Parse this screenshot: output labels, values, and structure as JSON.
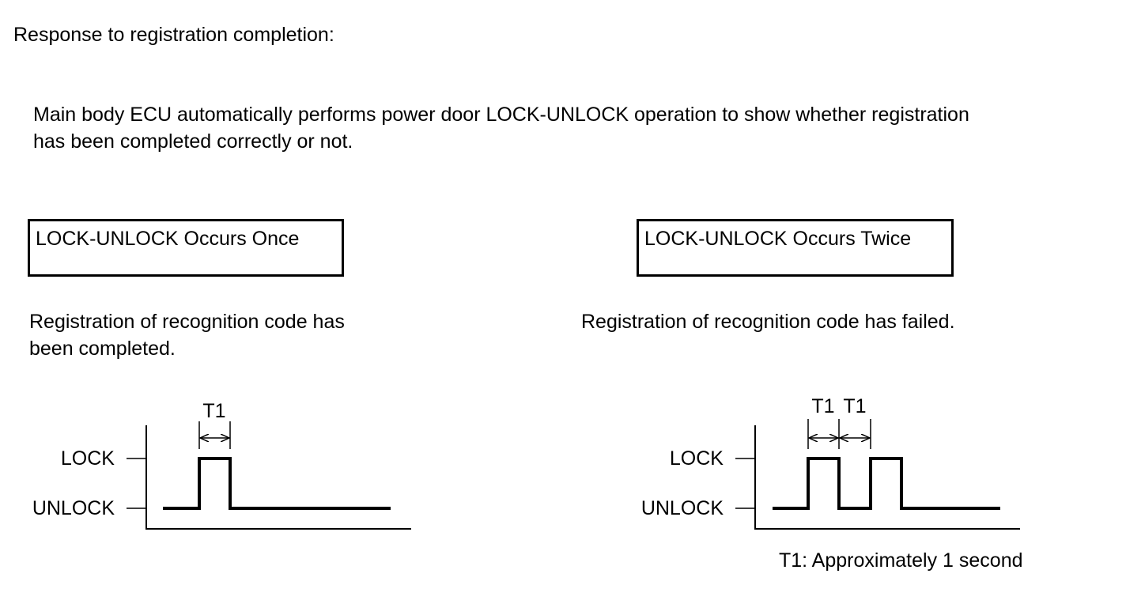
{
  "heading": "Response to registration completion:",
  "intro": {
    "line1": "Main body ECU automatically performs power door LOCK-UNLOCK operation to show whether registration",
    "line2": "has been completed correctly or not."
  },
  "once": {
    "box_label": "LOCK-UNLOCK Occurs Once",
    "description_line1": "Registration of recognition code has",
    "description_line2": "been completed.",
    "lock_label": "LOCK",
    "unlock_label": "UNLOCK",
    "interval_label": "T1"
  },
  "twice": {
    "box_label": "LOCK-UNLOCK Occurs Twice",
    "description": "Registration of recognition code has failed.",
    "lock_label": "LOCK",
    "unlock_label": "UNLOCK",
    "interval_label_1": "T1",
    "interval_label_2": "T1"
  },
  "note": "T1: Approximately 1 second"
}
